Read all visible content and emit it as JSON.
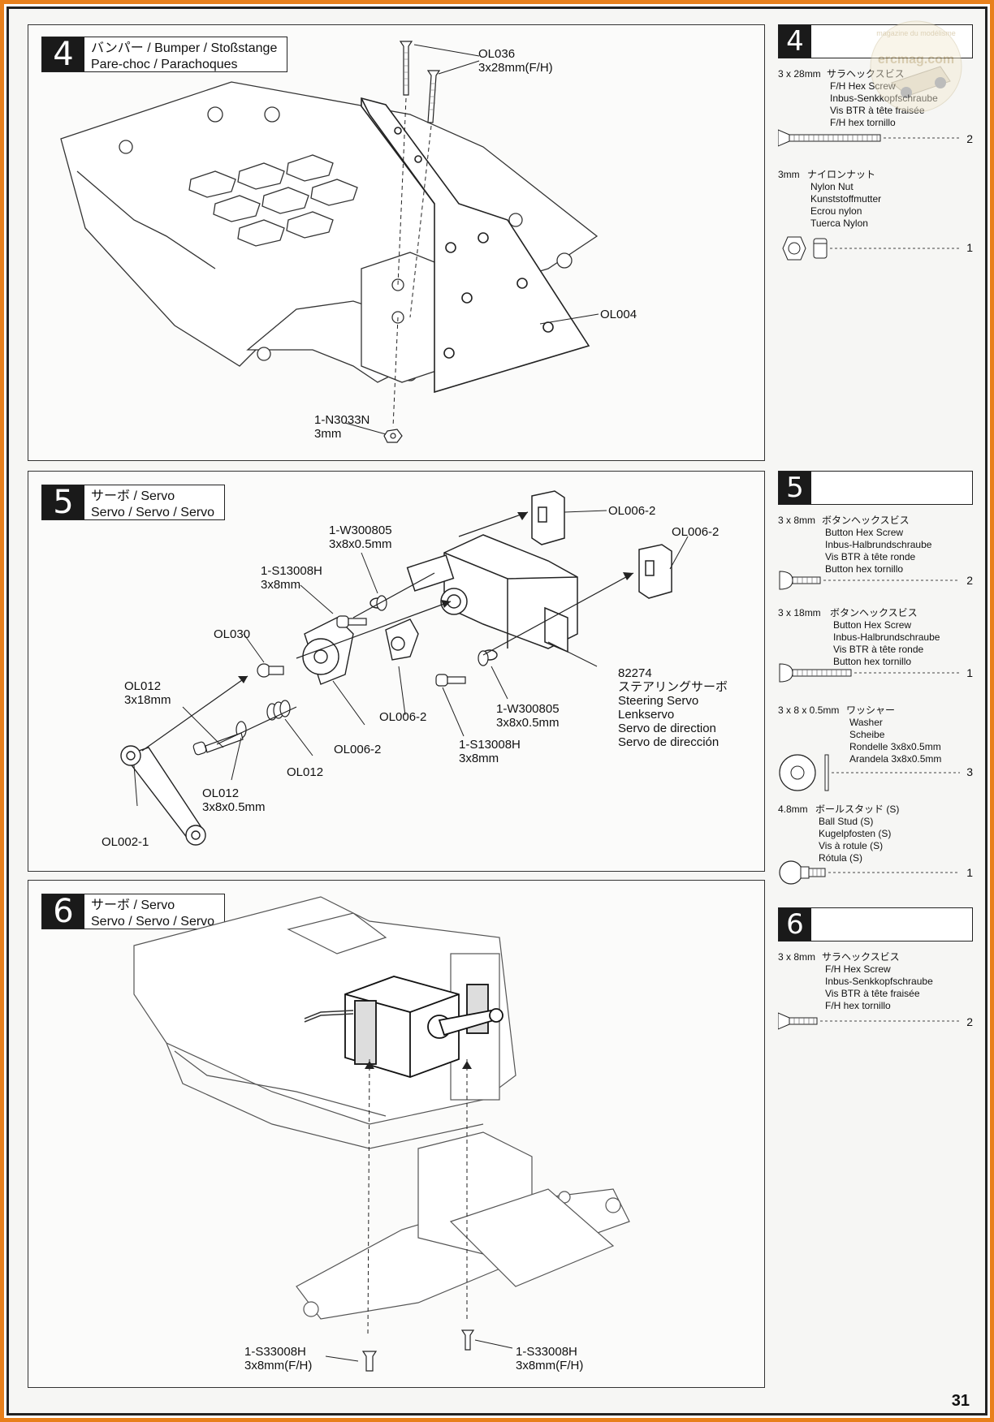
{
  "steps": [
    {
      "number": "4",
      "title_jp": "バンパー",
      "title_line1": " / Bumper / Stoßstange",
      "title_line2": "Pare-choc / Parachoques",
      "callouts": [
        {
          "id": "ol036",
          "line1": "OL036",
          "line2": "3x28mm(F/H)"
        },
        {
          "id": "ol004",
          "line1": "OL004",
          "line2": ""
        },
        {
          "id": "n3033n",
          "line1": "1-N3033N",
          "line2": "3mm"
        }
      ]
    },
    {
      "number": "5",
      "title_jp": "サーボ",
      "title_line1": " / Servo",
      "title_line2": "Servo / Servo / Servo",
      "callouts": [
        {
          "id": "ol006-2-a",
          "line1": "OL006-2",
          "line2": ""
        },
        {
          "id": "ol006-2-b",
          "line1": "OL006-2",
          "line2": ""
        },
        {
          "id": "w300805-a",
          "line1": "1-W300805",
          "line2": "3x8x0.5mm"
        },
        {
          "id": "s13008h-a",
          "line1": "1-S13008H",
          "line2": "3x8mm"
        },
        {
          "id": "ol030",
          "line1": "OL030",
          "line2": ""
        },
        {
          "id": "ol012-a",
          "line1": "OL012",
          "line2": "3x18mm"
        },
        {
          "id": "ol006-2-c",
          "line1": "OL006-2",
          "line2": ""
        },
        {
          "id": "ol006-2-d",
          "line1": "OL006-2",
          "line2": ""
        },
        {
          "id": "ol012-b",
          "line1": "OL012",
          "line2": ""
        },
        {
          "id": "ol012-c",
          "line1": "OL012",
          "line2": "3x8x0.5mm"
        },
        {
          "id": "ol002-1",
          "line1": "OL002-1",
          "line2": ""
        },
        {
          "id": "w300805-b",
          "line1": "1-W300805",
          "line2": "3x8x0.5mm"
        },
        {
          "id": "s13008h-b",
          "line1": "1-S13008H",
          "line2": "3x8mm"
        }
      ],
      "servo_label": [
        "82274",
        "ステアリングサーボ",
        "Steering Servo",
        "Lenkservo",
        "Servo de direction",
        "Servo de dirección"
      ]
    },
    {
      "number": "6",
      "title_jp": "サーボ",
      "title_line1": " / Servo",
      "title_line2": "Servo / Servo / Servo",
      "callouts": [
        {
          "id": "s33008h-a",
          "line1": "1-S33008H",
          "line2": "3x8mm(F/H)"
        },
        {
          "id": "s33008h-b",
          "line1": "1-S33008H",
          "line2": "3x8mm(F/H)"
        }
      ]
    }
  ],
  "parts_lists": [
    {
      "number": "4",
      "items": [
        {
          "size": "3 x 28mm",
          "names": [
            "サラヘックスビス",
            "F/H Hex Screw",
            "Inbus-Senkkopfschraube",
            "Vis BTR à tête fraisée",
            "F/H hex tornillo"
          ],
          "qty": "2",
          "icon": "countersunk-screw-long"
        },
        {
          "size": "3mm",
          "names": [
            "ナイロンナット",
            "Nylon Nut",
            "Kunststoffmutter",
            "Ecrou nylon",
            "Tuerca Nylon"
          ],
          "qty": "1",
          "icon": "nylon-nut"
        }
      ]
    },
    {
      "number": "5",
      "items": [
        {
          "size": "3 x 8mm",
          "names": [
            "ボタンヘックスビス",
            "Button Hex Screw",
            "Inbus-Halbrundschraube",
            "Vis BTR à tête ronde",
            "Button hex tornillo"
          ],
          "qty": "2",
          "icon": "button-screw-short"
        },
        {
          "size": "3 x 18mm",
          "names": [
            "ボタンヘックスビス",
            "Button Hex Screw",
            "Inbus-Halbrundschraube",
            "Vis BTR à tête ronde",
            "Button hex tornillo"
          ],
          "qty": "1",
          "icon": "button-screw-long"
        },
        {
          "size": "3 x 8 x 0.5mm",
          "names": [
            "ワッシャー",
            "Washer",
            "Scheibe",
            "Rondelle 3x8x0.5mm",
            "Arandela 3x8x0.5mm"
          ],
          "qty": "3",
          "icon": "washer"
        },
        {
          "size": "4.8mm",
          "names": [
            "ボールスタッド (S)",
            "Ball Stud (S)",
            "Kugelpfosten (S)",
            "Vis à rotule (S)",
            "Rótula (S)"
          ],
          "qty": "1",
          "icon": "ball-stud"
        }
      ]
    },
    {
      "number": "6",
      "items": [
        {
          "size": "3 x 8mm",
          "names": [
            "サラヘックスビス",
            "F/H Hex Screw",
            "Inbus-Senkkopfschraube",
            "Vis BTR à tête fraisée",
            "F/H hex tornillo"
          ],
          "qty": "2",
          "icon": "countersunk-screw-short"
        }
      ]
    }
  ],
  "watermark": {
    "line1": "magazine du modélisme",
    "line2": "ercmag.com"
  },
  "page_number": "31"
}
